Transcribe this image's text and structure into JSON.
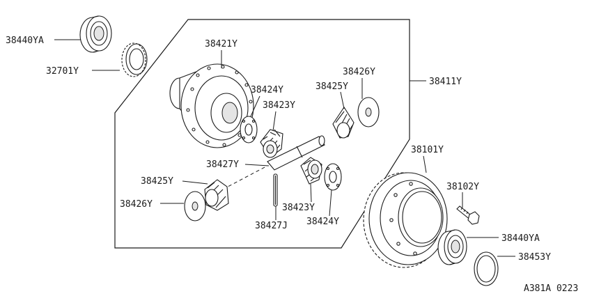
{
  "diagram": {
    "reference_code": "A381A 0223",
    "callouts": {
      "bearing_top": "38440YA",
      "ring_top": "32701Y",
      "case": "38421Y",
      "washer_upper": "38424Y",
      "gear_upper": "38423Y",
      "washer_right": "38426Y",
      "pinion_right": "38425Y",
      "assembly": "38411Y",
      "shaft": "38427Y",
      "pinion_left": "38425Y",
      "washer_left": "38426Y",
      "gear_lower": "38423Y",
      "pin": "38427J",
      "washer_lower": "38424Y",
      "final_gear": "38101Y",
      "bolt": "38102Y",
      "bearing_bottom": "38440YA",
      "ring_bottom": "38453Y"
    }
  }
}
